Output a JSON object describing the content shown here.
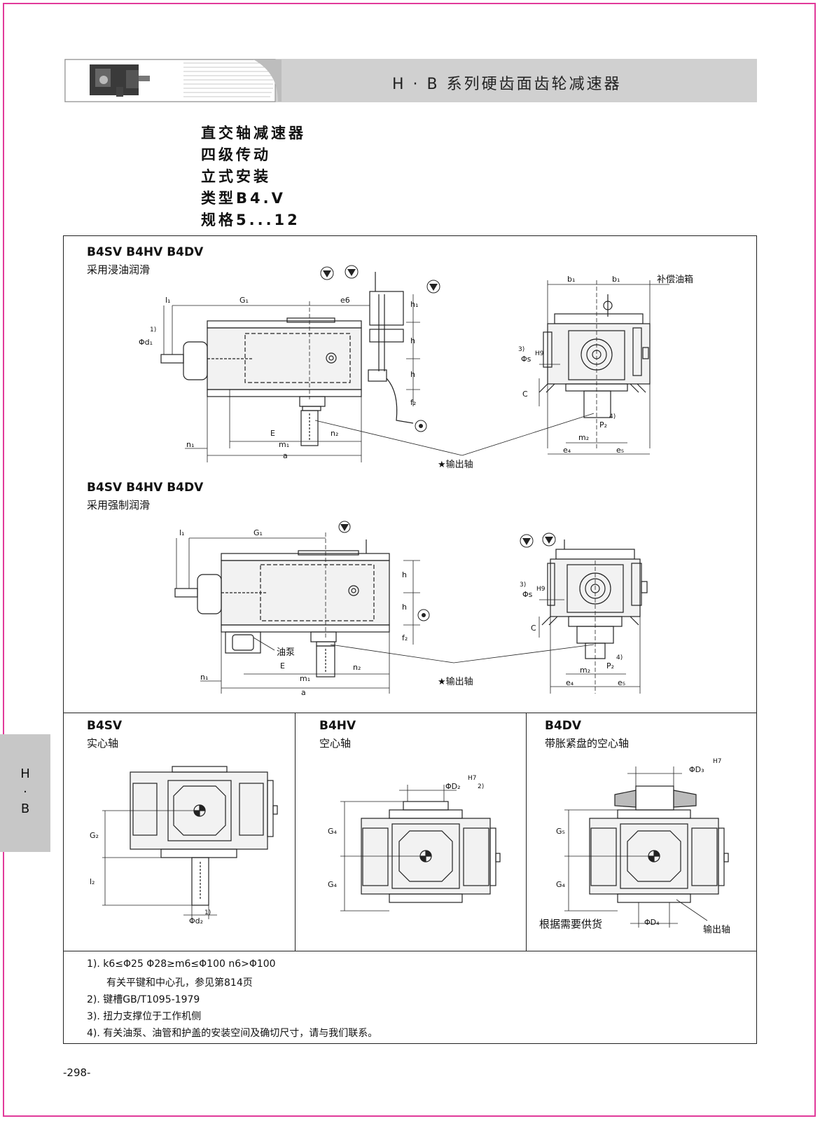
{
  "header": {
    "title": "H · B 系列硬齿面齿轮减速器"
  },
  "heading_lines": [
    "直交轴减速器",
    "四级传动",
    "立式安装",
    "类型B4.V",
    "规格5...12"
  ],
  "section_top": {
    "models": "B4SV B4HV B4DV",
    "lubrication_dip": "采用浸油润滑",
    "lubrication_forced": "采用强制润滑",
    "tank_label": "补偿油箱",
    "output_shaft": "★输出轴",
    "pump_label": "油泵"
  },
  "dims": {
    "l1": "l₁",
    "G1": "G₁",
    "e6": "e6",
    "h1": "h₁",
    "h": "h",
    "f2": "f₂",
    "phi_d1": "Φd₁",
    "sup1": "1)",
    "E": "E",
    "n1": "n₁",
    "n2": "n₂",
    "m1": "m₁",
    "a": "a",
    "b1": "b₁",
    "phi_s": "Φs",
    "H9": "H9",
    "sup3": "3)",
    "C": "C",
    "P2": "P₂",
    "sup4": "4)",
    "m2": "m₂",
    "e4": "e₄",
    "e5": "e₅"
  },
  "panels": {
    "b4sv": {
      "title": "B4SV",
      "sub": "实心轴",
      "G2": "G₂",
      "l2": "l₂",
      "phi_d2": "Φd₂",
      "sup": "1)"
    },
    "b4hv": {
      "title": "B4HV",
      "sub": "空心轴",
      "phi_D2": "ΦD₂",
      "H7": "H7",
      "sup": "2)",
      "G4": "G₄"
    },
    "b4dv": {
      "title": "B4DV",
      "sub": "带胀紧盘的空心轴",
      "phi_D3": "ΦD₃",
      "H7": "H7",
      "G5": "G₅",
      "G4": "G₄",
      "phi_D4": "ΦD₄",
      "supply": "根据需要供货",
      "output": "输出轴"
    }
  },
  "notes": [
    "1). k6≤Φ25  Φ28≥m6≤Φ100  n6>Φ100",
    "有关平键和中心孔，参见第814页",
    "2). 键槽GB/T1095-1979",
    "3). 扭力支撑位于工作机侧",
    "4). 有关油泵、油管和护盖的安装空间及确切尺寸，请与我们联系。"
  ],
  "side_tab": [
    "H",
    "·",
    "B"
  ],
  "page_number": "-298-"
}
